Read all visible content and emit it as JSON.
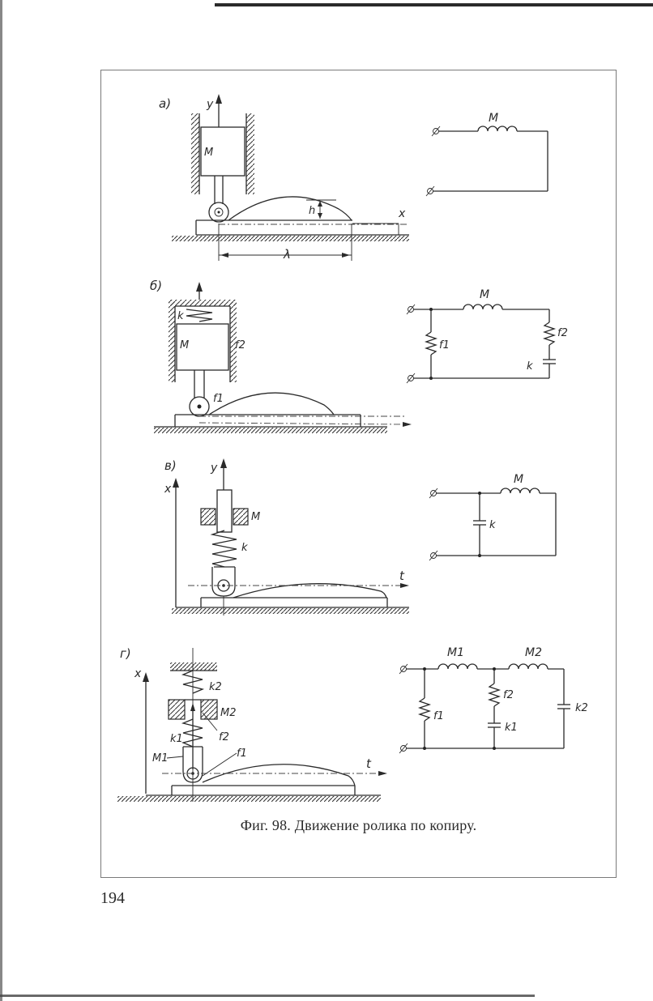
{
  "page": {
    "caption": "Фиг. 98. Движение ролика по копиру.",
    "page_number": "194"
  },
  "panels": {
    "a": {
      "label": "а)",
      "axis_y": "y",
      "axis_x": "x",
      "mass": "M",
      "height": "h",
      "wavelength": "λ",
      "circuit": {
        "inductor": "M"
      }
    },
    "b": {
      "label": "б)",
      "spring": "k",
      "mass": "M",
      "friction_top": "f2",
      "friction_roller": "f1",
      "circuit": {
        "inductor": "M",
        "left_resistor": "f1",
        "right_resistor": "f2",
        "capacitor": "k"
      }
    },
    "v": {
      "label": "в)",
      "axis_y": "y",
      "axis_x": "x",
      "axis_t": "t",
      "mass": "M",
      "spring": "k",
      "circuit": {
        "inductor": "M",
        "capacitor": "k"
      }
    },
    "g": {
      "label": "г)",
      "axis_x": "x",
      "axis_t": "t",
      "spring_top": "k2",
      "mass_top": "M2",
      "spring_low": "k1",
      "friction_mid": "f2",
      "mass_low": "M1",
      "friction_roller": "f1",
      "circuit": {
        "inductor1": "M1",
        "inductor2": "M2",
        "resistor1": "f1",
        "resistor2": "f2",
        "capacitor1": "k1",
        "capacitor2": "k2"
      }
    }
  }
}
